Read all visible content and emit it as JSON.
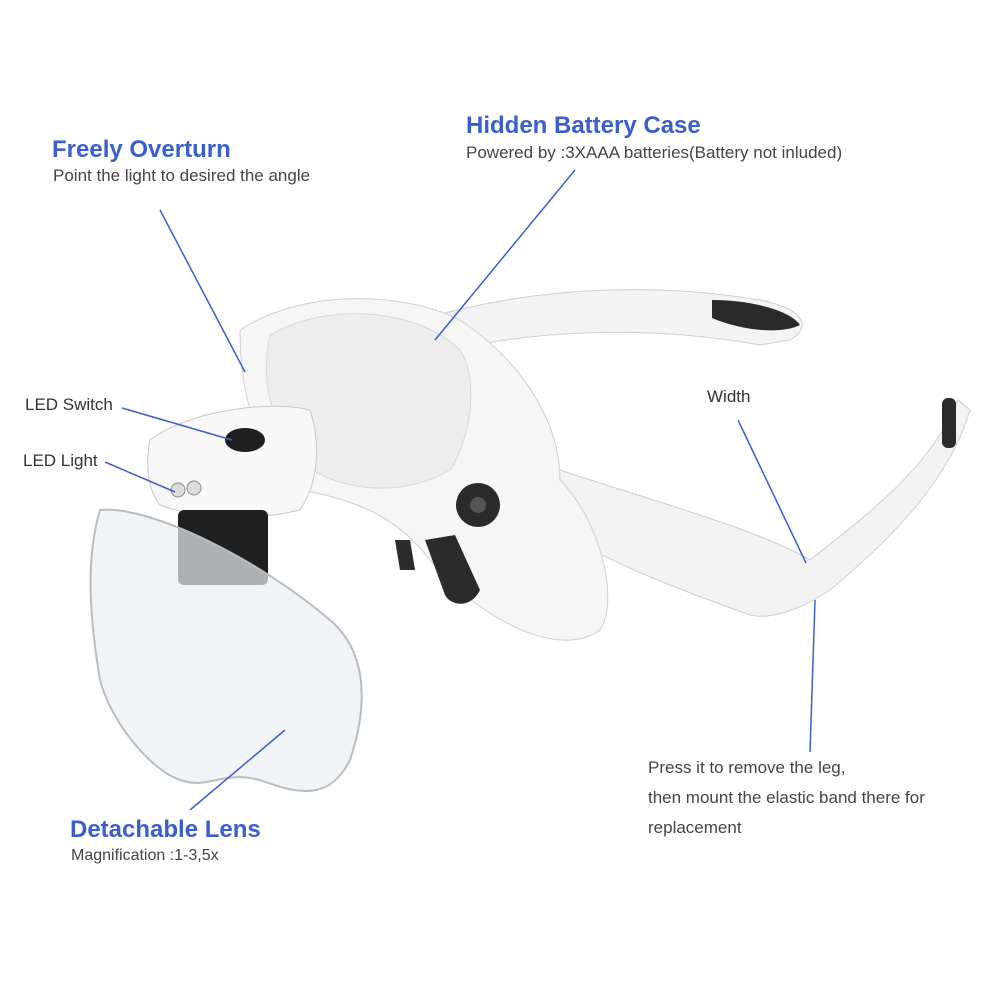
{
  "callouts": {
    "freely_overturn": {
      "title": "Freely Overturn",
      "subtitle": "Point the light to desired the angle"
    },
    "battery_case": {
      "title": "Hidden Battery Case",
      "subtitle": "Powered by :3XAAA batteries(Battery not inluded)"
    },
    "led_switch": {
      "label": "LED Switch"
    },
    "led_light": {
      "label": "LED Light"
    },
    "width": {
      "label": "Width"
    },
    "remove_leg": {
      "lines": [
        "Press it to remove the leg,",
        "then mount the elastic band there for",
        "replacement"
      ]
    },
    "detachable_lens": {
      "title": "Detachable Lens",
      "subtitle": "Magnification :1-3,5x"
    }
  },
  "colors": {
    "accent": "#3a5fcd",
    "text": "#444444",
    "product": "#f4f4f4"
  }
}
